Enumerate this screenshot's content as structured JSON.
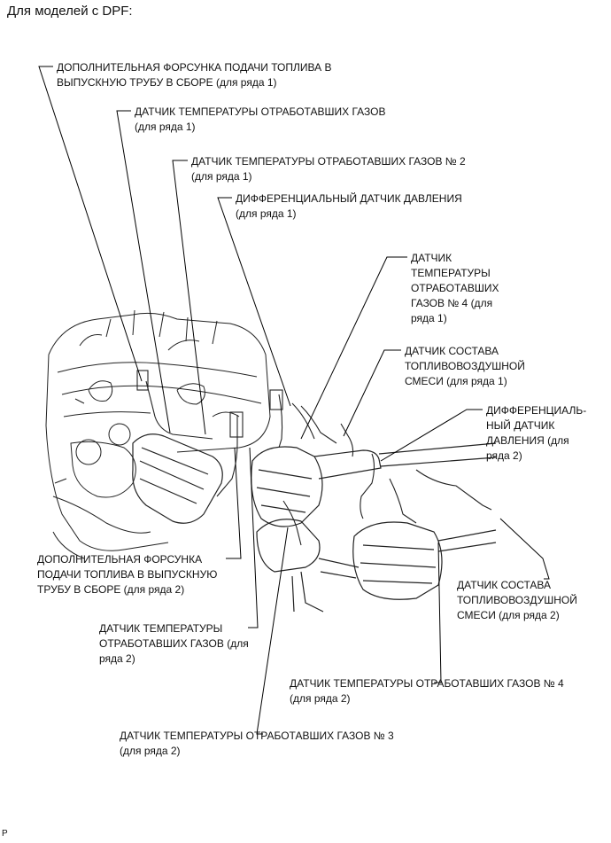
{
  "header": "Для моделей с DPF:",
  "footer_code": "P",
  "labels": {
    "l1": "ДОПОЛНИТЕЛЬНАЯ ФОРСУНКА ПОДАЧИ ТОПЛИВА В\nВЫПУСКНУЮ ТРУБУ В СБОРЕ (для ряда 1)",
    "l2": "ДАТЧИК ТЕМПЕРАТУРЫ ОТРАБОТАВШИХ ГАЗОВ\n (для ряда 1)",
    "l3": "ДАТЧИК ТЕМПЕРАТУРЫ ОТРАБОТАВШИХ ГАЗОВ № 2\n (для ряда 1)",
    "l4": "ДИФФЕРЕНЦИАЛЬНЫЙ ДАТЧИК ДАВЛЕНИЯ\n(для ряда 1)",
    "l5": "ДАТЧИК\nТЕМПЕРАТУРЫ\nОТРАБОТАВШИХ\nГАЗОВ № 4 (для\nряда 1)",
    "l6": "ДАТЧИК СОСТАВА\nТОПЛИВОВОЗДУШНОЙ\nСМЕСИ (для ряда 1)",
    "l7": "ДИФФЕРЕНЦИАЛЬ-\nНЫЙ ДАТЧИК\nДАВЛЕНИЯ (для\nряда 2)",
    "l8": "ДОПОЛНИТЕЛЬНАЯ ФОРСУНКА\nПОДАЧИ ТОПЛИВА В ВЫПУСКНУЮ\nТРУБУ В СБОРЕ (для ряда 2)",
    "l9": "ДАТЧИК СОСТАВА\nТОПЛИВОВОЗДУШНОЙ\nСМЕСИ (для ряда 2)",
    "l10": "ДАТЧИК ТЕМПЕРАТУРЫ\nОТРАБОТАВШИХ ГАЗОВ (для\nряда 2)",
    "l11": "ДАТЧИК ТЕМПЕРАТУРЫ ОТРАБОТАВШИХ ГАЗОВ № 4\n (для ряда 2)",
    "l12": "ДАТЧИК ТЕМПЕРАТУРЫ ОТРАБОТАВШИХ ГАЗОВ № 3\n(для ряда 2)"
  }
}
